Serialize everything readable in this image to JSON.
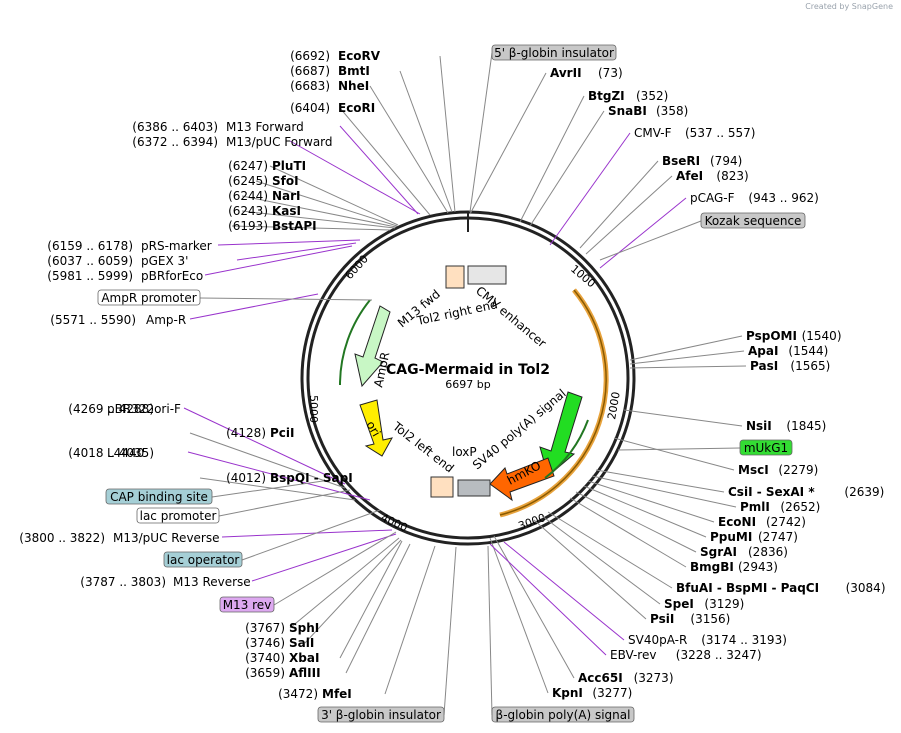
{
  "credit": "Created by SnapGene",
  "plasmid": {
    "name": "CAG-Mermaid in Tol2",
    "length_label": "6697 bp"
  },
  "ticks": [
    "1000",
    "2000",
    "3000",
    "4000",
    "5000",
    "6000"
  ],
  "inner_labels": [
    "CMV enhancer",
    "Tol2 right end",
    "M13 fwd",
    "AmpR",
    "ori",
    "Tol2 left end",
    "loxP",
    "SV40 poly(A) signal",
    "hmKO"
  ],
  "enzymes_left": [
    {
      "pos": "(6692)",
      "name": "EcoRV"
    },
    {
      "pos": "(6687)",
      "name": "BmtI"
    },
    {
      "pos": "(6683)",
      "name": "NheI"
    },
    {
      "pos": "(6404)",
      "name": "EcoRI"
    },
    {
      "pos": "(6247)",
      "name": "PluTI"
    },
    {
      "pos": "(6245)",
      "name": "SfoI"
    },
    {
      "pos": "(6244)",
      "name": "NarI"
    },
    {
      "pos": "(6243)",
      "name": "KasI"
    },
    {
      "pos": "(6193)",
      "name": "BstAPI"
    },
    {
      "pos": "(4128)",
      "name": "PciI"
    },
    {
      "pos": "(4012)",
      "name": "BspQI - SapI"
    },
    {
      "pos": "(3767)",
      "name": "SphI"
    },
    {
      "pos": "(3746)",
      "name": "SalI"
    },
    {
      "pos": "(3740)",
      "name": "XbaI"
    },
    {
      "pos": "(3659)",
      "name": "AflIII"
    },
    {
      "pos": "(3472)",
      "name": "MfeI"
    }
  ],
  "primers_left": [
    {
      "range": "(6386 .. 6403)",
      "name": "M13 Forward"
    },
    {
      "range": "(6372 .. 6394)",
      "name": "M13/pUC Forward"
    },
    {
      "range": "(6159 .. 6178)",
      "name": "pRS-marker"
    },
    {
      "range": "(6037 .. 6059)",
      "name": "pGEX 3'"
    },
    {
      "range": "(5981 .. 5999)",
      "name": "pBRforEco"
    },
    {
      "range": "(5571 .. 5590)",
      "name": "Amp-R"
    },
    {
      "range": "(4269 .. 4288)",
      "name": "pBR322ori-F"
    },
    {
      "range": "(4018 .. 4035)",
      "name": "L4440"
    },
    {
      "range": "(3800 .. 3822)",
      "name": "M13/pUC Reverse"
    },
    {
      "range": "(3787 .. 3803)",
      "name": "M13 Reverse"
    }
  ],
  "enzymes_right": [
    {
      "pos": "(73)",
      "name": "AvrII"
    },
    {
      "pos": "(352)",
      "name": "BtgZI"
    },
    {
      "pos": "(358)",
      "name": "SnaBI"
    },
    {
      "pos": "(794)",
      "name": "BseRI"
    },
    {
      "pos": "(823)",
      "name": "AfeI"
    },
    {
      "pos": "(1540)",
      "name": "PspOMI"
    },
    {
      "pos": "(1544)",
      "name": "ApaI"
    },
    {
      "pos": "(1565)",
      "name": "PasI"
    },
    {
      "pos": "(1845)",
      "name": "NsiI"
    },
    {
      "pos": "(2279)",
      "name": "MscI"
    },
    {
      "pos": "(2639)",
      "name": "CsiI - SexAI *"
    },
    {
      "pos": "(2652)",
      "name": "PmlI"
    },
    {
      "pos": "(2742)",
      "name": "EcoNI"
    },
    {
      "pos": "(2747)",
      "name": "PpuMI"
    },
    {
      "pos": "(2836)",
      "name": "SgrAI"
    },
    {
      "pos": "(2943)",
      "name": "BmgBI"
    },
    {
      "pos": "(3084)",
      "name": "BfuAI - BspMI - PaqCI"
    },
    {
      "pos": "(3129)",
      "name": "SpeI"
    },
    {
      "pos": "(3156)",
      "name": "PsiI"
    },
    {
      "pos": "(3273)",
      "name": "Acc65I"
    },
    {
      "pos": "(3277)",
      "name": "KpnI"
    }
  ],
  "primers_right": [
    {
      "range": "(537 .. 557)",
      "name": "CMV-F"
    },
    {
      "range": "(943 .. 962)",
      "name": "pCAG-F"
    },
    {
      "range": "(3174 .. 3193)",
      "name": "SV40pA-R"
    },
    {
      "range": "(3228 .. 3247)",
      "name": "EBV-rev"
    }
  ],
  "feature_boxes": [
    {
      "label": "5' β-globin insulator",
      "color": "#c8c8c8"
    },
    {
      "label": "Kozak sequence",
      "color": "#c8c8c8"
    },
    {
      "label": "mUkG1",
      "color": "#33dd33"
    },
    {
      "label": "AmpR promoter",
      "color": "#ffffff"
    },
    {
      "label": "CAP binding site",
      "color": "#a5cfd6"
    },
    {
      "label": "lac promoter",
      "color": "#ffffff"
    },
    {
      "label": "lac operator",
      "color": "#a5cfd6"
    },
    {
      "label": "M13 rev",
      "color": "#dda8f0"
    },
    {
      "label": "3' β-globin insulator",
      "color": "#c8c8c8"
    },
    {
      "label": "β-globin poly(A) signal",
      "color": "#c8c8c8"
    }
  ],
  "colors": {
    "enzyme": "#000000",
    "primer": "#9933cc",
    "leader": "#888888",
    "primer_leader": "#9933cc",
    "ring": "#222222",
    "cag": "#e8a33c",
    "ampr": "#c8f7c5",
    "ori": "#ffee00",
    "mukg1": "#22dd22",
    "hmko": "#ff6600"
  }
}
